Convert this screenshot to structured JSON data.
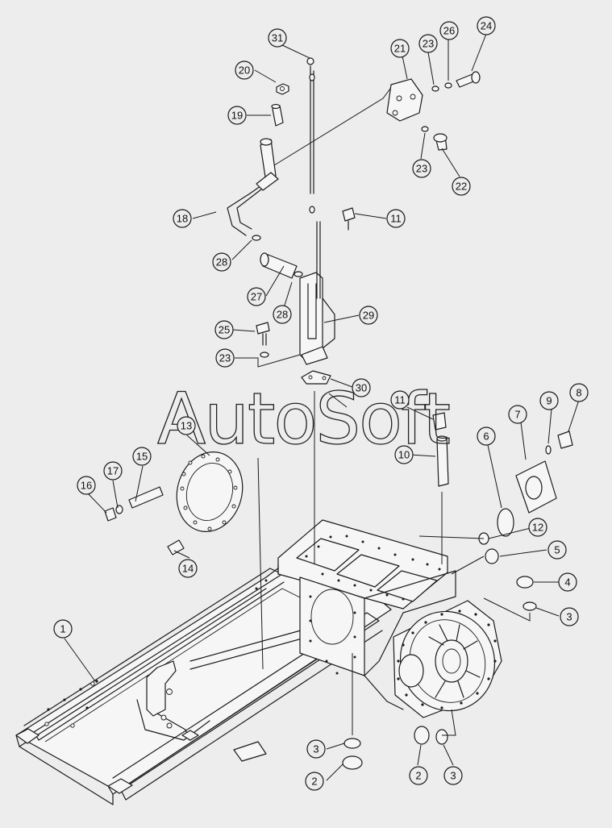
{
  "watermark": "AutoSoft",
  "callouts": [
    {
      "id": "c1",
      "label": "1"
    },
    {
      "id": "c2a",
      "label": "2"
    },
    {
      "id": "c2b",
      "label": "2"
    },
    {
      "id": "c3a",
      "label": "3"
    },
    {
      "id": "c3b",
      "label": "3"
    },
    {
      "id": "c3c",
      "label": "3"
    },
    {
      "id": "c4",
      "label": "4"
    },
    {
      "id": "c5",
      "label": "5"
    },
    {
      "id": "c6",
      "label": "6"
    },
    {
      "id": "c7",
      "label": "7"
    },
    {
      "id": "c8",
      "label": "8"
    },
    {
      "id": "c9",
      "label": "9"
    },
    {
      "id": "c10",
      "label": "10"
    },
    {
      "id": "c11a",
      "label": "11"
    },
    {
      "id": "c11b",
      "label": "11"
    },
    {
      "id": "c12",
      "label": "12"
    },
    {
      "id": "c13",
      "label": "13"
    },
    {
      "id": "c14",
      "label": "14"
    },
    {
      "id": "c15",
      "label": "15"
    },
    {
      "id": "c16",
      "label": "16"
    },
    {
      "id": "c17",
      "label": "17"
    },
    {
      "id": "c18",
      "label": "18"
    },
    {
      "id": "c19",
      "label": "19"
    },
    {
      "id": "c20",
      "label": "20"
    },
    {
      "id": "c21",
      "label": "21"
    },
    {
      "id": "c22",
      "label": "22"
    },
    {
      "id": "c23a",
      "label": "23"
    },
    {
      "id": "c23b",
      "label": "23"
    },
    {
      "id": "c23c",
      "label": "23"
    },
    {
      "id": "c24",
      "label": "24"
    },
    {
      "id": "c25",
      "label": "25"
    },
    {
      "id": "c26",
      "label": "26"
    },
    {
      "id": "c27",
      "label": "27"
    },
    {
      "id": "c28a",
      "label": "28"
    },
    {
      "id": "c28b",
      "label": "28"
    },
    {
      "id": "c29",
      "label": "29"
    },
    {
      "id": "c30",
      "label": "30"
    },
    {
      "id": "c31",
      "label": "31"
    }
  ]
}
